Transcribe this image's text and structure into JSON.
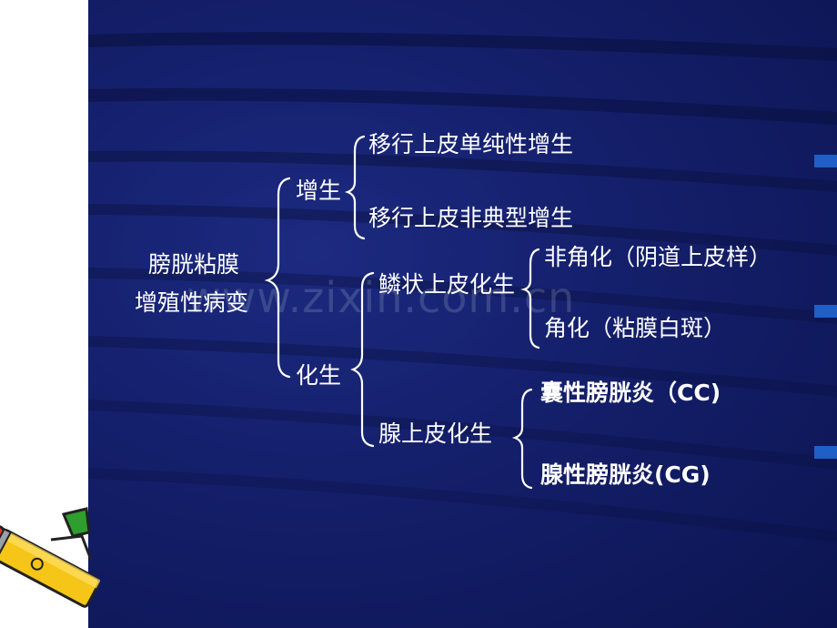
{
  "root": {
    "line1": "膀胱粘膜",
    "line2": "增殖性病变"
  },
  "branches": {
    "hyperplasia": {
      "label": "增生",
      "items": [
        "移行上皮单纯性增生",
        "移行上皮非典型增生"
      ]
    },
    "metaplasia": {
      "label": "化生",
      "squamous": {
        "label": "鳞状上皮化生",
        "items": [
          "非角化（阴道上皮样）",
          "角化（粘膜白斑）"
        ]
      },
      "glandular": {
        "label": "腺上皮化生",
        "items": [
          "囊性膀胱炎（CC)",
          "腺性膀胱炎(CG)"
        ]
      }
    }
  },
  "watermark": "www.zixin.com.cn",
  "colors": {
    "background": "#141f6a",
    "text": "#ffffff",
    "accent": "#1e5fc8",
    "pencil": "#f5c518"
  }
}
